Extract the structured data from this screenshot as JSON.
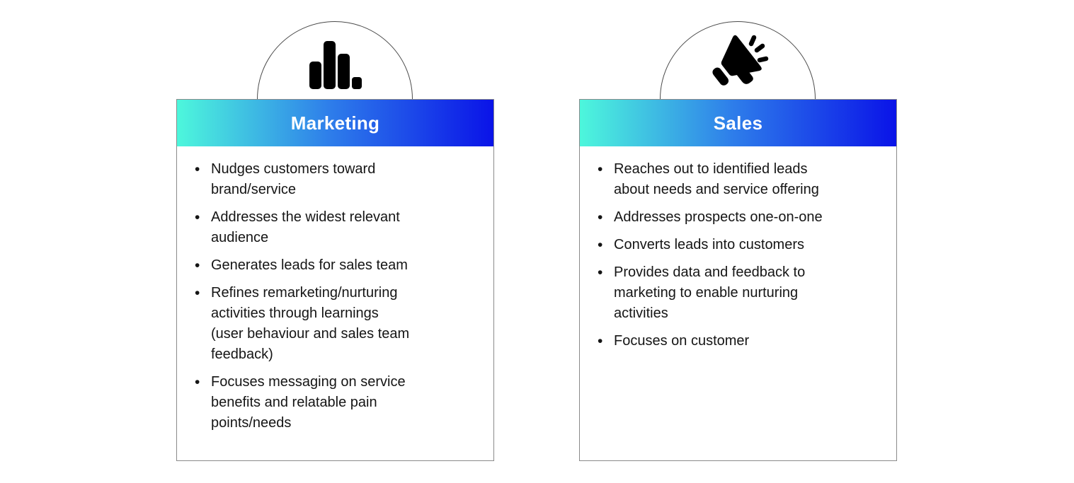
{
  "figure": {
    "type": "comparison-cards",
    "description": "Marketing vs Sales responsibilities comparison"
  },
  "cards": [
    {
      "title": "Marketing",
      "icon": "bar-chart-icon",
      "bullets": [
        "Nudges customers toward\nbrand/service",
        "Addresses the widest relevant\naudience",
        "Generates leads for sales team",
        "Refines remarketing/nurturing\nactivities through learnings\n(user behaviour and sales team\nfeedback)",
        "Focuses messaging on service\nbenefits and relatable pain\npoints/needs"
      ]
    },
    {
      "title": "Sales",
      "icon": "megaphone-icon",
      "bullets": [
        "Reaches out to identified leads\nabout needs and service offering",
        "Addresses prospects one-on-one",
        "Converts leads into customers",
        "Provides data and feedback to\nmarketing to enable nurturing\nactivities",
        "Focuses on customer"
      ]
    }
  ],
  "colors": {
    "gradient_start": "#4DF7DC",
    "gradient_mid": "#2E7EEA",
    "gradient_end": "#0A13E8",
    "title_text": "#FFFFFF",
    "body_text": "#151515",
    "card_border": "#8A8A8A",
    "circle_stroke": "#4A4A4A",
    "icon_color": "#000000",
    "card_bg": "#FFFFFF",
    "page_bg": "#FFFFFF"
  }
}
